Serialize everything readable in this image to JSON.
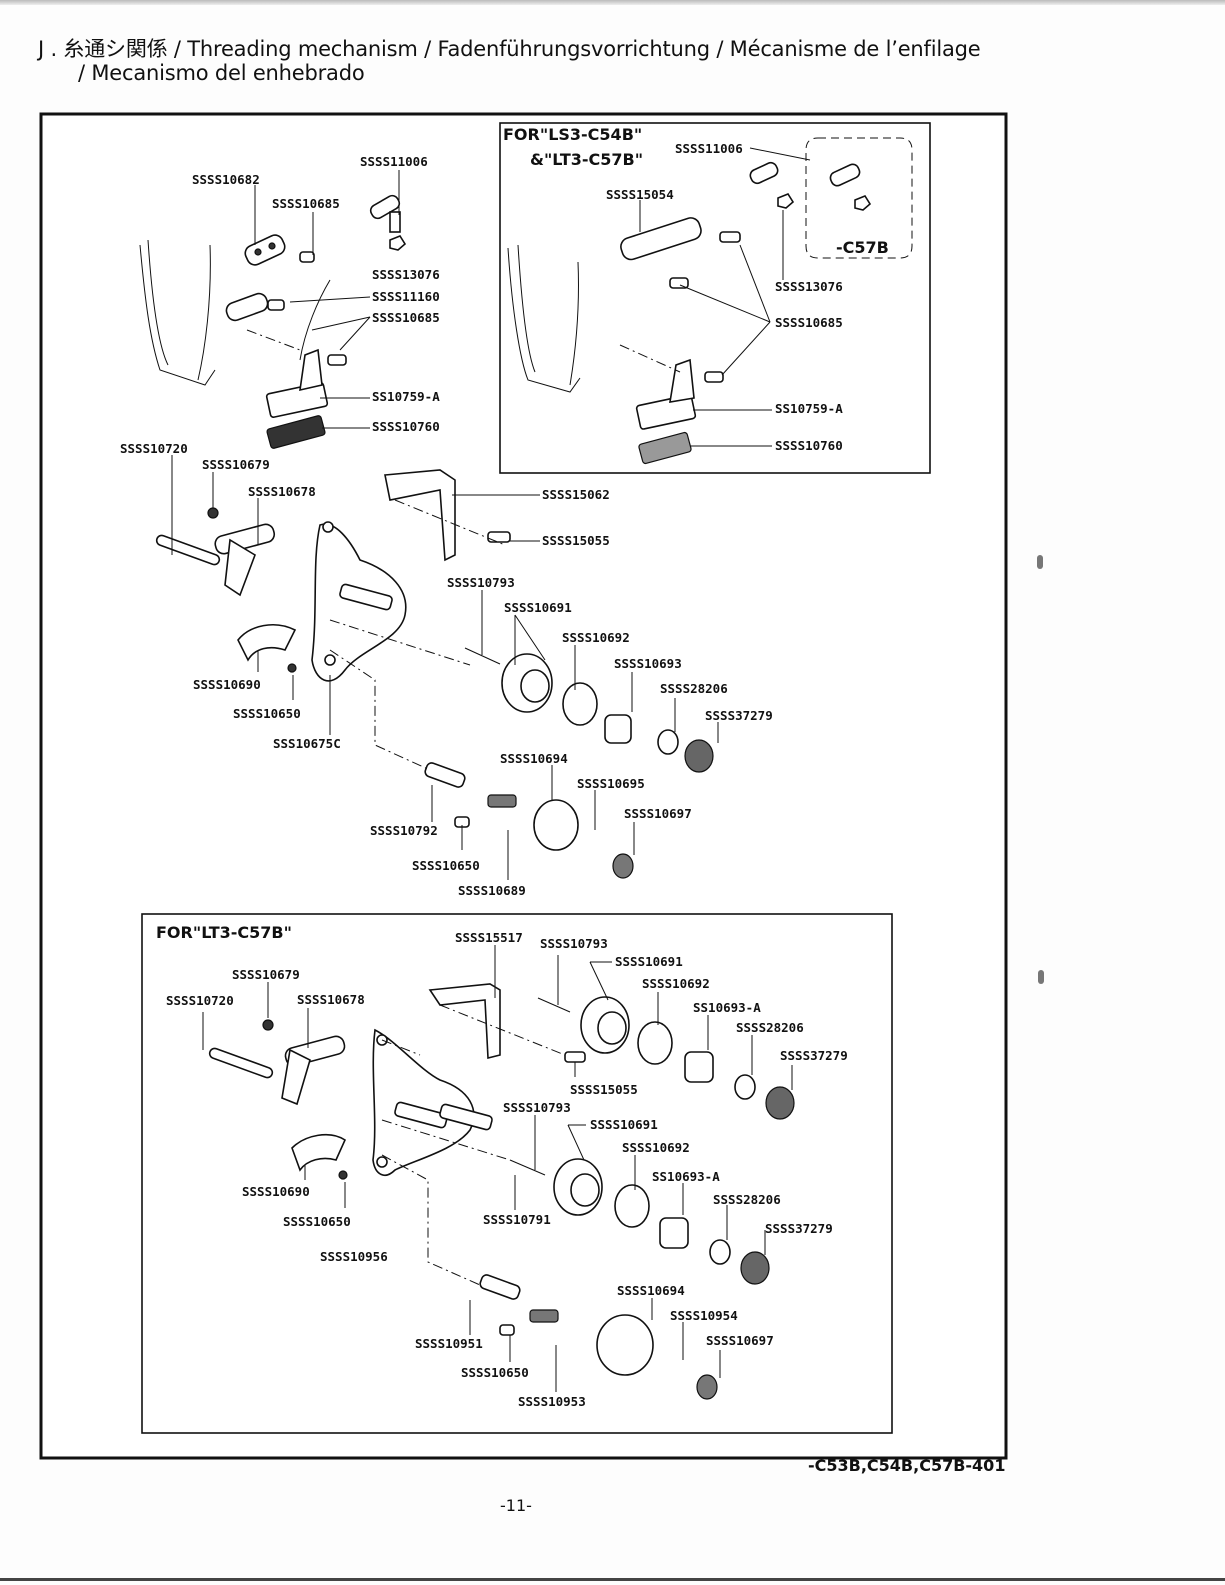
{
  "header": {
    "title_line1": "J .  糸通シ関係 / Threading mechanism / Fadenführungsvorrichtung / Mécanisme de l’enfilage",
    "title_line2": "/ Mecanismo  del  enhebrado"
  },
  "boxes": {
    "ls3_title_1": "FOR\"LS3-C54B\"",
    "ls3_title_2": "&\"LT3-C57B\"",
    "c57b_tag": "-C57B",
    "lt3_title": "FOR\"LT3-C57B\""
  },
  "parts": {
    "p1": "SSSS11006",
    "p2": "SSSS10682",
    "p3": "SSSS10685",
    "p4": "SSSS13076",
    "p5": "SSSS11160",
    "p6": "SSSS10685",
    "p7": "SS10759-A",
    "p8": "SSSS10760",
    "p9": "SSSS10720",
    "p10": "SSSS10679",
    "p11": "SSSS10678",
    "p12": "SSSS15062",
    "p13": "SSSS15055",
    "p14": "SSSS10793",
    "p15": "SSSS10691",
    "p16": "SSSS10692",
    "p17": "SSSS10693",
    "p18": "SSSS28206",
    "p19": "SSSS37279",
    "p20": "SSSS10690",
    "p21": "SSSS10650",
    "p22": "SSS10675C",
    "p23": "SSSS10694",
    "p24": "SSSS10695",
    "p25": "SSSS10697",
    "p26": "SSSS10792",
    "p27": "SSSS10650",
    "p28": "SSSS10689",
    "r1": "SSSS11006",
    "r2": "SSSS15054",
    "r3": "SSSS13076",
    "r4": "SSSS10685",
    "r5": "SS10759-A",
    "r6": "SSSS10760",
    "b1": "SSSS15517",
    "b2": "SSSS10793",
    "b3": "SSSS10691",
    "b4": "SSSS10692",
    "b5": "SS10693-A",
    "b6": "SSSS28206",
    "b7": "SSSS37279",
    "b8": "SSSS10679",
    "b9": "SSSS10720",
    "b10": "SSSS10678",
    "b11": "SSSS15055",
    "b12": "SSSS10793",
    "b13": "SSSS10691",
    "b14": "SSSS10692",
    "b15": "SS10693-A",
    "b16": "SSSS28206",
    "b17": "SSSS37279",
    "b18": "SSSS10690",
    "b19": "SSSS10650",
    "b20": "SSSS10956",
    "b21": "SSSS10791",
    "b22": "SSSS10694",
    "b23": "SSSS10954",
    "b24": "SSSS10697",
    "b25": "SSSS10951",
    "b26": "SSSS10650",
    "b27": "SSSS10953"
  },
  "footer": {
    "model_code": "-C53B,C54B,C57B-401",
    "page_number": "-11-"
  }
}
